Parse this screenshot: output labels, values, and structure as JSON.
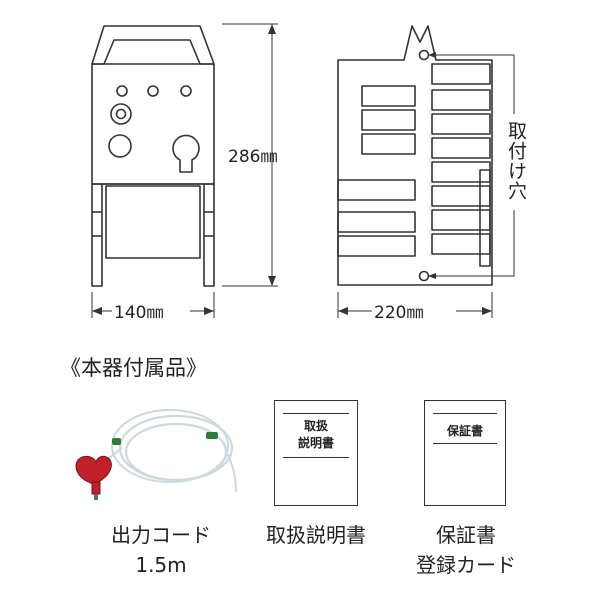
{
  "dimensions": {
    "height": "286㎜",
    "front_width": "140㎜",
    "side_width": "220㎜",
    "mount_holes": "取付け穴"
  },
  "accessories": {
    "title": "《本器付属品》",
    "items": [
      {
        "caption": [
          "出力コード",
          "1.5m"
        ]
      },
      {
        "caption": [
          "取扱説明書"
        ],
        "cover_text": [
          "取扱",
          "説明書"
        ]
      },
      {
        "caption": [
          "保証書",
          "登録カード"
        ],
        "cover_text": [
          "保証書"
        ]
      }
    ]
  },
  "colors": {
    "line": "#333333",
    "plug": "#c0202c",
    "cable": "#cfd8dc",
    "cable_band": "#2e7d32"
  }
}
